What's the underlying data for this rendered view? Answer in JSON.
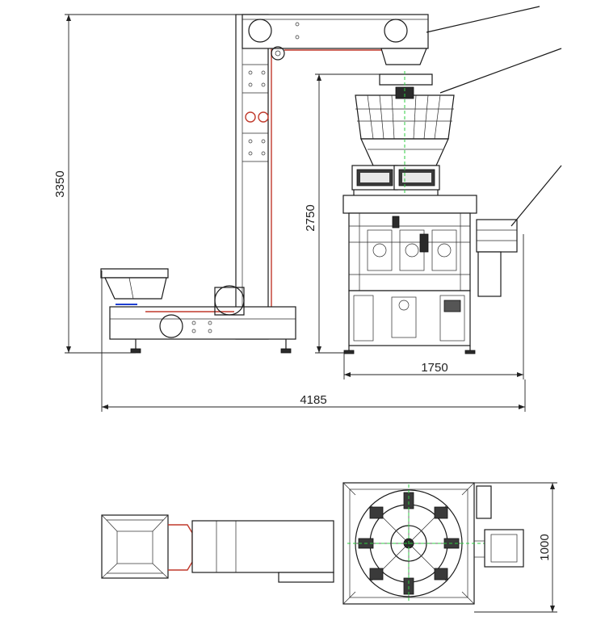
{
  "dimensions": {
    "total_height": "3350",
    "machine_height": "2750",
    "machine_width": "1750",
    "total_length": "4185",
    "top_view_depth": "1000"
  },
  "colors": {
    "line": "#1a1a1a",
    "accent_red": "#c0392b",
    "centerline_green": "#2ecc40",
    "blue_marker": "#1f3fd1"
  }
}
